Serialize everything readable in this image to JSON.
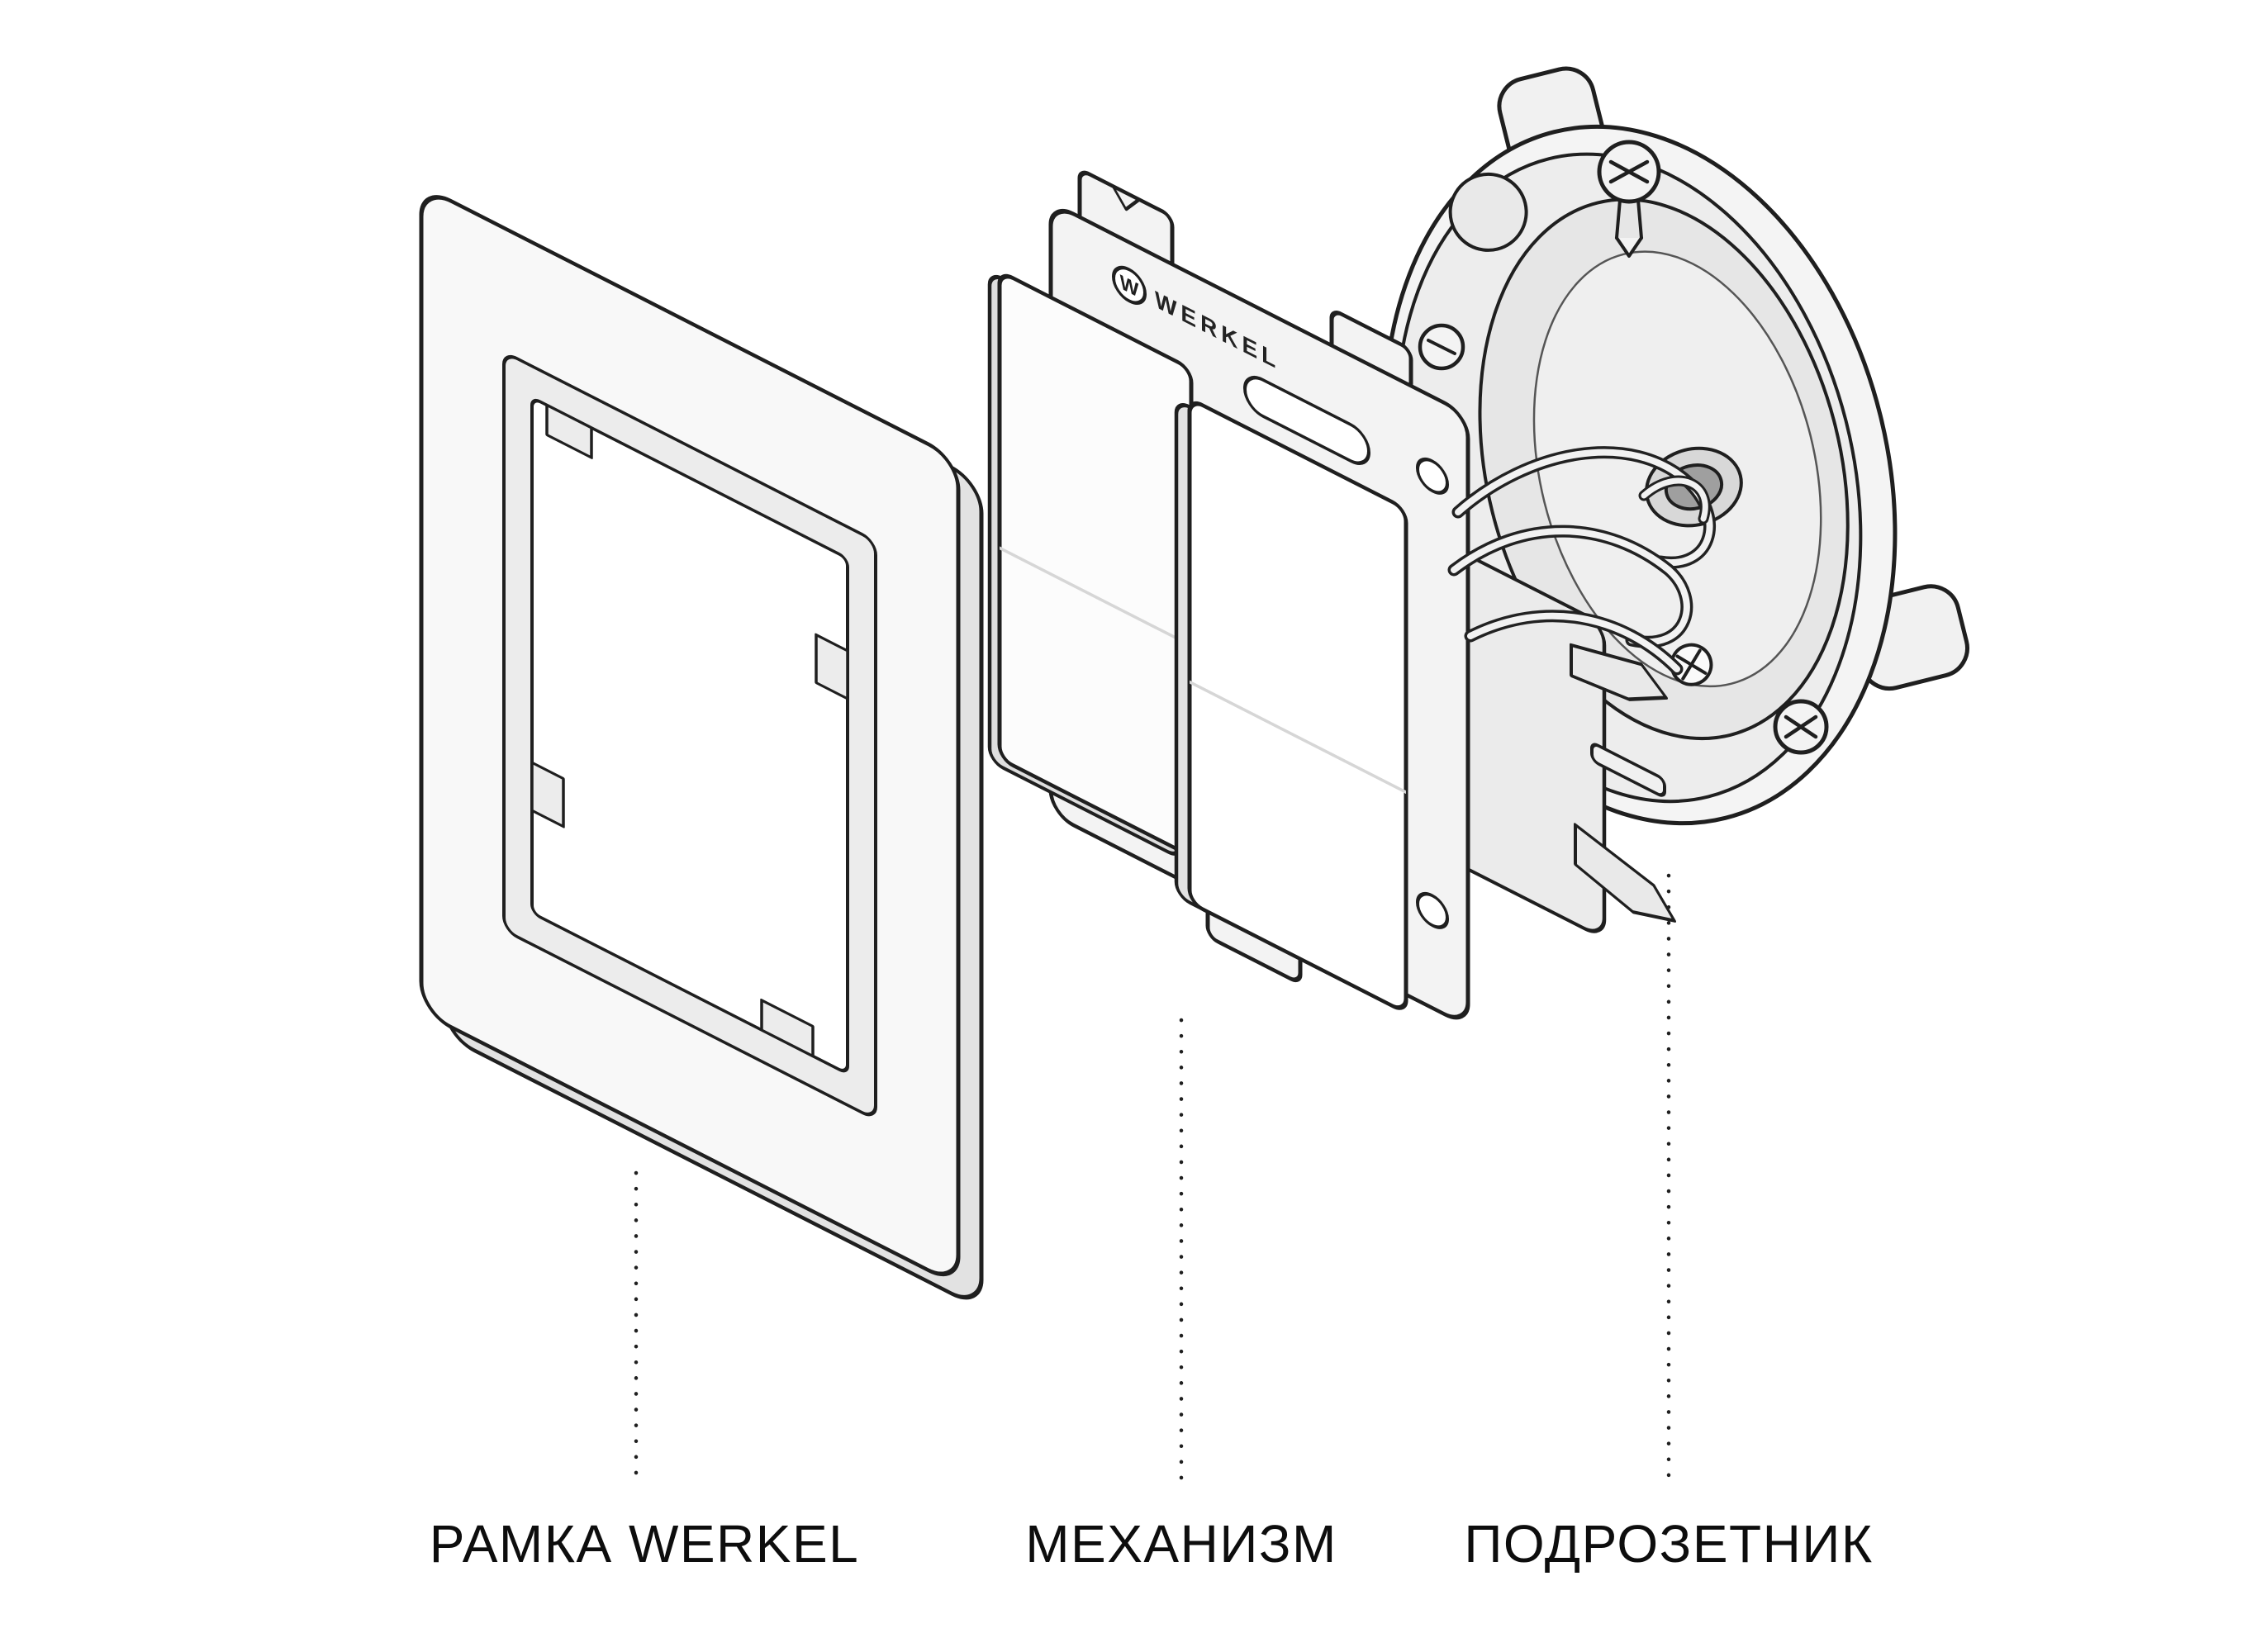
{
  "diagram": {
    "type": "exploded-view",
    "subject": "wall switch installation"
  },
  "labels": {
    "frame": "РАМКА WERKEL",
    "mechanism": "МЕХАНИЗМ",
    "mounting_box": "ПОДРОЗЕТНИК"
  },
  "brand": {
    "logo_letter": "W",
    "name": "WERKEL"
  },
  "colors": {
    "background": "#ffffff",
    "line": "#1f1f1f",
    "text": "#0d0d0d",
    "fill_light": "#f6f6f6",
    "fill_shade": "#e4e4e4"
  }
}
